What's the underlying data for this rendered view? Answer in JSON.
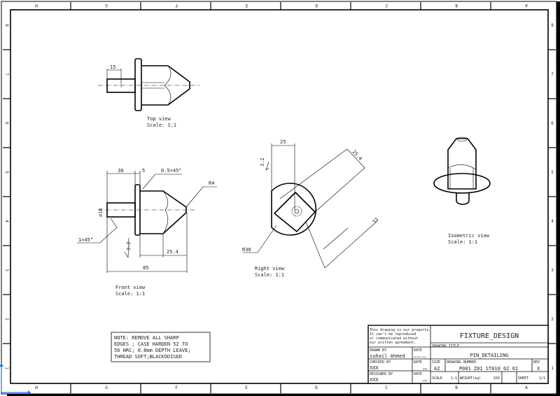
{
  "frame": {
    "columns": [
      "H",
      "G",
      "F",
      "E",
      "D",
      "C",
      "B",
      "A"
    ],
    "rows": [
      "8",
      "7",
      "6",
      "5",
      "4",
      "3",
      "2",
      "1"
    ]
  },
  "views": {
    "top": {
      "label": "Top view",
      "scale": "Scale:  1:1",
      "dims": [
        "15"
      ]
    },
    "front": {
      "label": "Front view",
      "scale": "Scale:  1:1",
      "dims": [
        "30",
        "5",
        "0.5×45°",
        "R4",
        "⌀16",
        "1×45°",
        "3.2",
        "25.4",
        "85"
      ]
    },
    "right": {
      "label": "Right view",
      "scale": "Scale:  1:1",
      "dims": [
        "25",
        "3.2",
        "25.4",
        "33",
        "R30"
      ]
    },
    "iso": {
      "label": "Isometric view",
      "scale": "Scale:  1:1"
    }
  },
  "note": [
    "NOTE:    REMOVE ALL SHARP",
    "EDGES ; CASE HARDEN 52 TO",
    "56 HRC; 0.8mm DEPTH LEAVE;",
    "THREAD SOFT;BLACKODISED"
  ],
  "title_block": {
    "property_note": [
      "This drawing is our property.",
      "It can't be reproduced",
      "or communicated without",
      "our written agreement."
    ],
    "company": "FIXTURE_DESIGN",
    "drawing_title_label": "DRAWING TITLE",
    "drawing_title": "PIN_DETAILING",
    "drawn_by_label": "DRAWN BY",
    "drawn_by": "suhail Ahmed",
    "date_label": "DATE",
    "date_value": "dd-mm-yyyy",
    "checked_by_label": "CHECKED BY",
    "checked_by": "XXX",
    "designed_by_label": "DESIGNED BY",
    "designed_by": "XXX",
    "date_short": "yyy",
    "size_label": "SIZE",
    "size": "A2",
    "drawing_number_label": "DRAWING NUMBER",
    "drawing_number": "P001 Z01 ST010 02 01",
    "rev_label": "REV",
    "rev": "X",
    "scale_label": "SCALE",
    "scale": "1:1",
    "weight_label": "WEIGHT(kg)",
    "weight": "XXX",
    "sheet_label": "SHEET",
    "sheet": "1/1"
  }
}
